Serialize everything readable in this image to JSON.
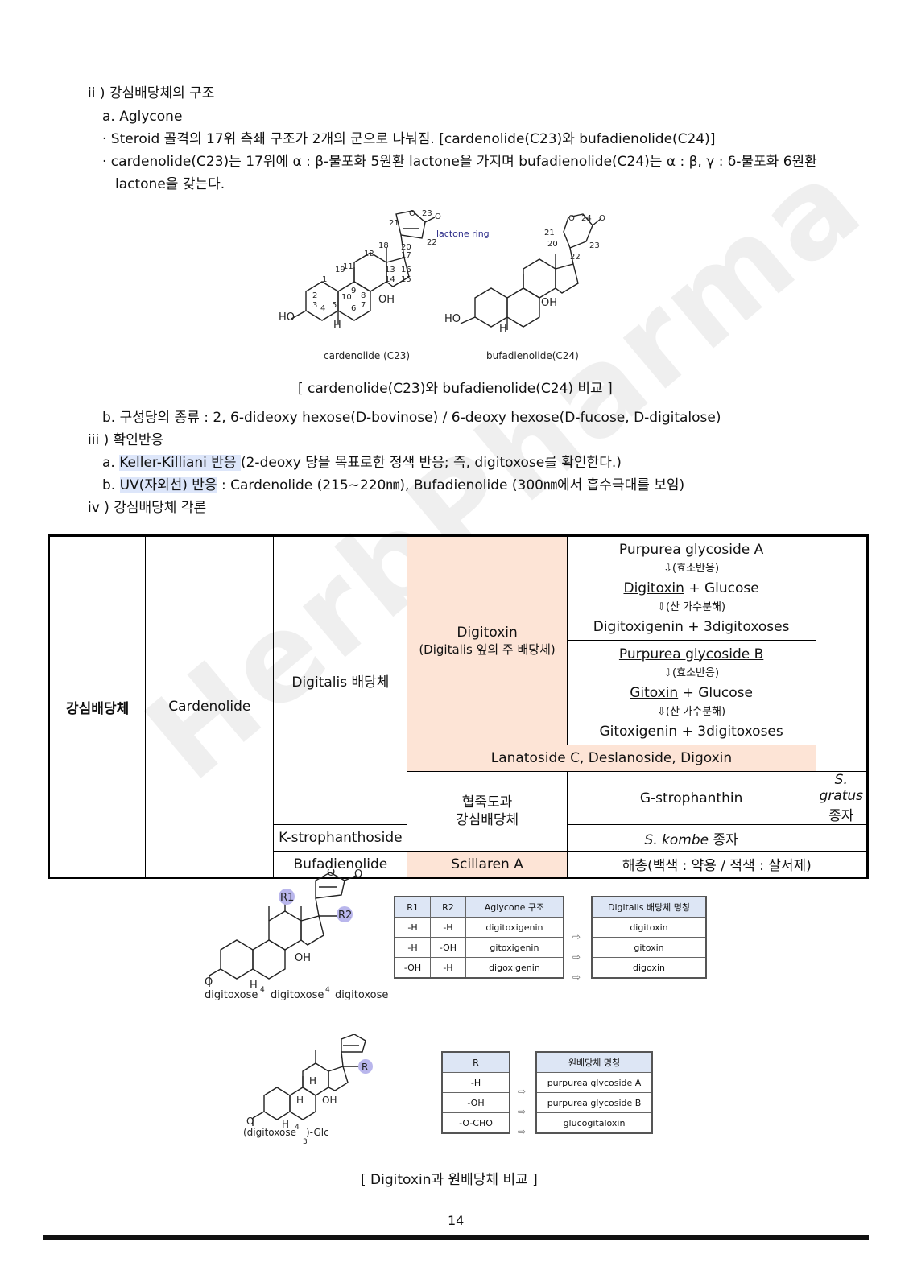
{
  "section_ii": {
    "heading": "ii ) 강심배당체의 구조",
    "a_title": "a. Aglycone",
    "bullet1": "· Steroid 골격의 17위 측쇄 구조가 2개의 군으로 나눠짐. [cardenolide(C23)와 bufadienolide(C24)]",
    "bullet2_line1": "· cardenolide(C23)는 17위에 α : β-불포화 5원환 lactone을 가지며 bufadienolide(C24)는 α : β, γ : δ-불포화 6원환",
    "bullet2_line2": "lactone을 갖는다.",
    "b_line": "b. 구성당의 종류 : 2, 6-dideoxy hexose(D-bovinose) / 6-deoxy hexose(D-fucose, D-digitalose)"
  },
  "figure1": {
    "cardenolide_label": "cardenolide (C23)",
    "bufadienolide_label": "bufadienolide(C24)",
    "lactone_ring": "lactone ring",
    "caption": "[ cardenolide(C23)와 bufadienolide(C24) 비교 ]",
    "oh": "OH",
    "ho": "HO",
    "h": "H"
  },
  "section_iii": {
    "heading": "iii ) 확인반응",
    "a_prefix": "a. ",
    "a_highlight": "Keller-Killiani 반응 ",
    "a_rest": "(2-deoxy 당을 목표로한 정색 반응; 즉, digitoxose를 확인한다.)",
    "b_prefix": "b. ",
    "b_highlight": "UV(자외선) 반응",
    "b_rest": " : Cardenolide (215~220㎚), Bufadienolide (300㎚에서 흡수극대를 보임)"
  },
  "section_iv": {
    "heading": "iv ) 강심배당체 각론"
  },
  "main_table": {
    "col1": "강심배당체",
    "cardenolide": "Cardenolide",
    "digitalis": "Digitalis 배당체",
    "digitoxin_title": "Digitoxin",
    "digitoxin_sub": "(Digitalis 잎의 주 배당체)",
    "pgA": "Purpurea glycoside A",
    "enzyme1": "⇩(효소반응)",
    "digitoxin_glc_a": "Digitoxin",
    "digitoxin_glc_b": " + Glucose",
    "acid1": "⇩(산 가수분해)",
    "digitoxigenin": "Digitoxigenin + 3digitoxoses",
    "pgB": "Purpurea glycoside B",
    "enzyme2": "⇩(효소반응)",
    "gitoxin_glc_a": "Gitoxin",
    "gitoxin_glc_b": " + Glucose",
    "acid2": "⇩(산 가수분해)",
    "gitoxigenin": "Gitoxigenin + 3digitoxoses",
    "lanatoside": "Lanatoside C, Deslanoside, Digoxin",
    "hyeopjuk": "협죽도과\n강심배당체",
    "hyeopjuk_1": "협죽도과",
    "hyeopjuk_2": "강심배당체",
    "g_stro": "G-strophanthin",
    "s_gratus_a": "S. gratus",
    "s_gratus_b": " 종자",
    "k_stro": "K-strophanthoside",
    "s_kombe_a": "S. kombe",
    "s_kombe_b": " 종자",
    "bufadienolide": "Bufadienolide",
    "scillaren": "Scillaren A",
    "haechong": "해총(백색 : 약용 / 적색 : 살서제)"
  },
  "fig2": {
    "r1": "R1",
    "r2": "R2",
    "sugar_chain1": "digitoxose",
    "sugar_chain2": "digitoxose",
    "sugar_chain3": "digitoxose",
    "sugar_num": "4",
    "oh": "OH",
    "h": "H",
    "o": "O",
    "table1": {
      "headers": [
        "R1",
        "R2",
        "Aglycone 구조"
      ],
      "rows": [
        [
          "-H",
          "-H",
          "digitoxigenin"
        ],
        [
          "-H",
          "-OH",
          "gitoxigenin"
        ],
        [
          "-OH",
          "-H",
          "digoxigenin"
        ]
      ]
    },
    "table2": {
      "header": "Digitalis 배당체 명칭",
      "rows": [
        "digitoxin",
        "gitoxin",
        "digoxin"
      ]
    },
    "arrow": "⇨",
    "r": "R",
    "glc_chain": "(digitoxose",
    "glc_end": ")-Glc",
    "glc_sub": "3",
    "glc_num": "4",
    "table3": {
      "header": "R",
      "rows": [
        "-H",
        "-OH",
        "-O-CHO"
      ]
    },
    "table4": {
      "header": "원배당체 명칭",
      "rows": [
        "purpurea glycoside A",
        "purpurea glycoside B",
        "glucogitaloxin"
      ]
    },
    "caption": "[ Digitoxin과 원배당체 비교 ]"
  },
  "watermark": "HerbPharma",
  "page_number": "14"
}
